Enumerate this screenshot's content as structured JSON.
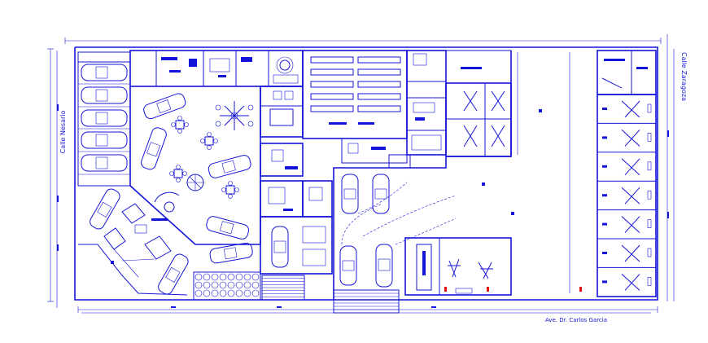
{
  "labels": {
    "street_left": "Calle Nesario",
    "street_right": "Calle Zaragoza",
    "street_bottom": "Ave. Dr. Carlos Garcia"
  },
  "colors": {
    "line": "#1414d8",
    "marker": "#e01010",
    "background": "#ffffff"
  }
}
